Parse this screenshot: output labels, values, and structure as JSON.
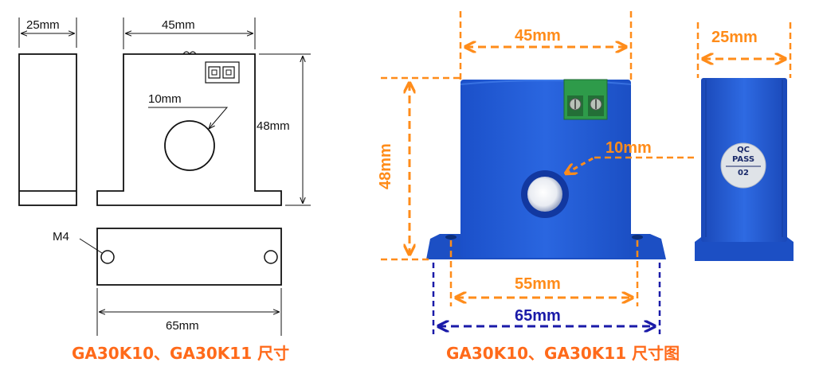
{
  "left_drawing": {
    "side_width": "25mm",
    "front_width": "45mm",
    "hole_diameter": "10mm",
    "height": "48mm",
    "mount_thread": "M4",
    "base_length": "65mm",
    "caption": "GA30K10、GA30K11 尺寸"
  },
  "right_photo": {
    "front_width": "45mm",
    "side_width": "25mm",
    "hole_diameter": "10mm",
    "height": "48mm",
    "mount_spacing": "55mm",
    "base_length": "65mm",
    "qc_sticker": [
      "QC",
      "PASS",
      "02"
    ],
    "caption": "GA30K10、GA30K11 尺寸图"
  },
  "colors": {
    "line": "#111111",
    "accent_orange": "#ff8c1a",
    "caption_orange": "#ff6a1a",
    "dimension_blue": "#1a1aa8",
    "sensor_blue": "#1f5ad6",
    "terminal_green": "#2e9b4a"
  }
}
